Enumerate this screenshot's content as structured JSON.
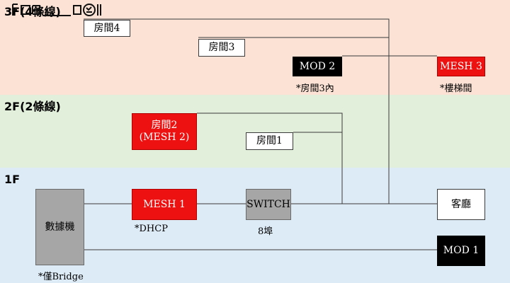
{
  "floors": {
    "f3": "3F(4條線)",
    "f2": "2F(2條線)",
    "f1": "1F"
  },
  "logo_text": "F口 目",
  "nodes": {
    "room4": "房間4",
    "room3": "房間3",
    "mod2": "MOD 2",
    "mesh3": "MESH 3",
    "room2": "房間2",
    "room2_sub": "(MESH 2)",
    "room1": "房間1",
    "modem": "數據機",
    "mesh1": "MESH 1",
    "switch": "SWITCH",
    "living": "客廳",
    "mod1": "MOD 1"
  },
  "notes": {
    "mod2": "*房間3內",
    "mesh3": "*樓梯間",
    "mesh1": "*DHCP",
    "switch": "8埠",
    "modem": "*僅Bridge"
  },
  "colors": {
    "band_3f": "#fbe2d5",
    "band_2f": "#e2efda",
    "band_1f": "#ddebf7",
    "mesh_red": "#ee1111",
    "mod_black": "#000000",
    "modem_gray": "#a6a6a6"
  }
}
